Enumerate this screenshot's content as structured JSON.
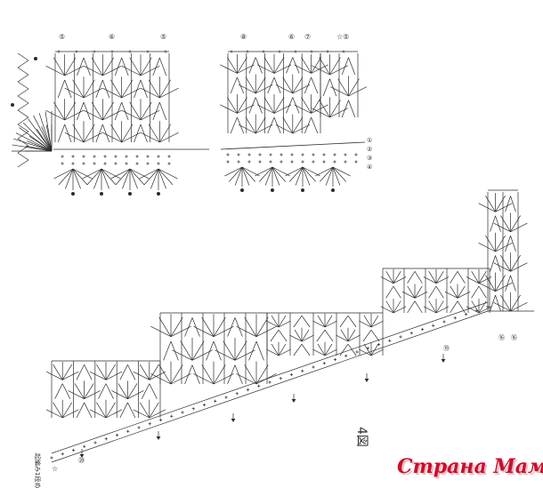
{
  "diagram": {
    "figure_label": "4図",
    "start_note": "起編み1段め",
    "star_glyph": "☆",
    "row_markers_top_left": [
      "⑤",
      "⑥",
      "⑤"
    ],
    "row_markers_top_right": [
      "⑧",
      "⑥",
      "⑦",
      "☆⑤"
    ],
    "row_markers_side": [
      "①",
      "②",
      "③",
      "④"
    ],
    "row_markers_bottom_right": [
      "⑯",
      "⑯"
    ],
    "row_markers_slope": [
      "⑲",
      "⑳"
    ],
    "watermark": "Страна Мам"
  },
  "colors": {
    "ink": "#2b2b2b",
    "watermark_red": "#c8102e",
    "watermark_shadow": "#f2b8c0"
  }
}
